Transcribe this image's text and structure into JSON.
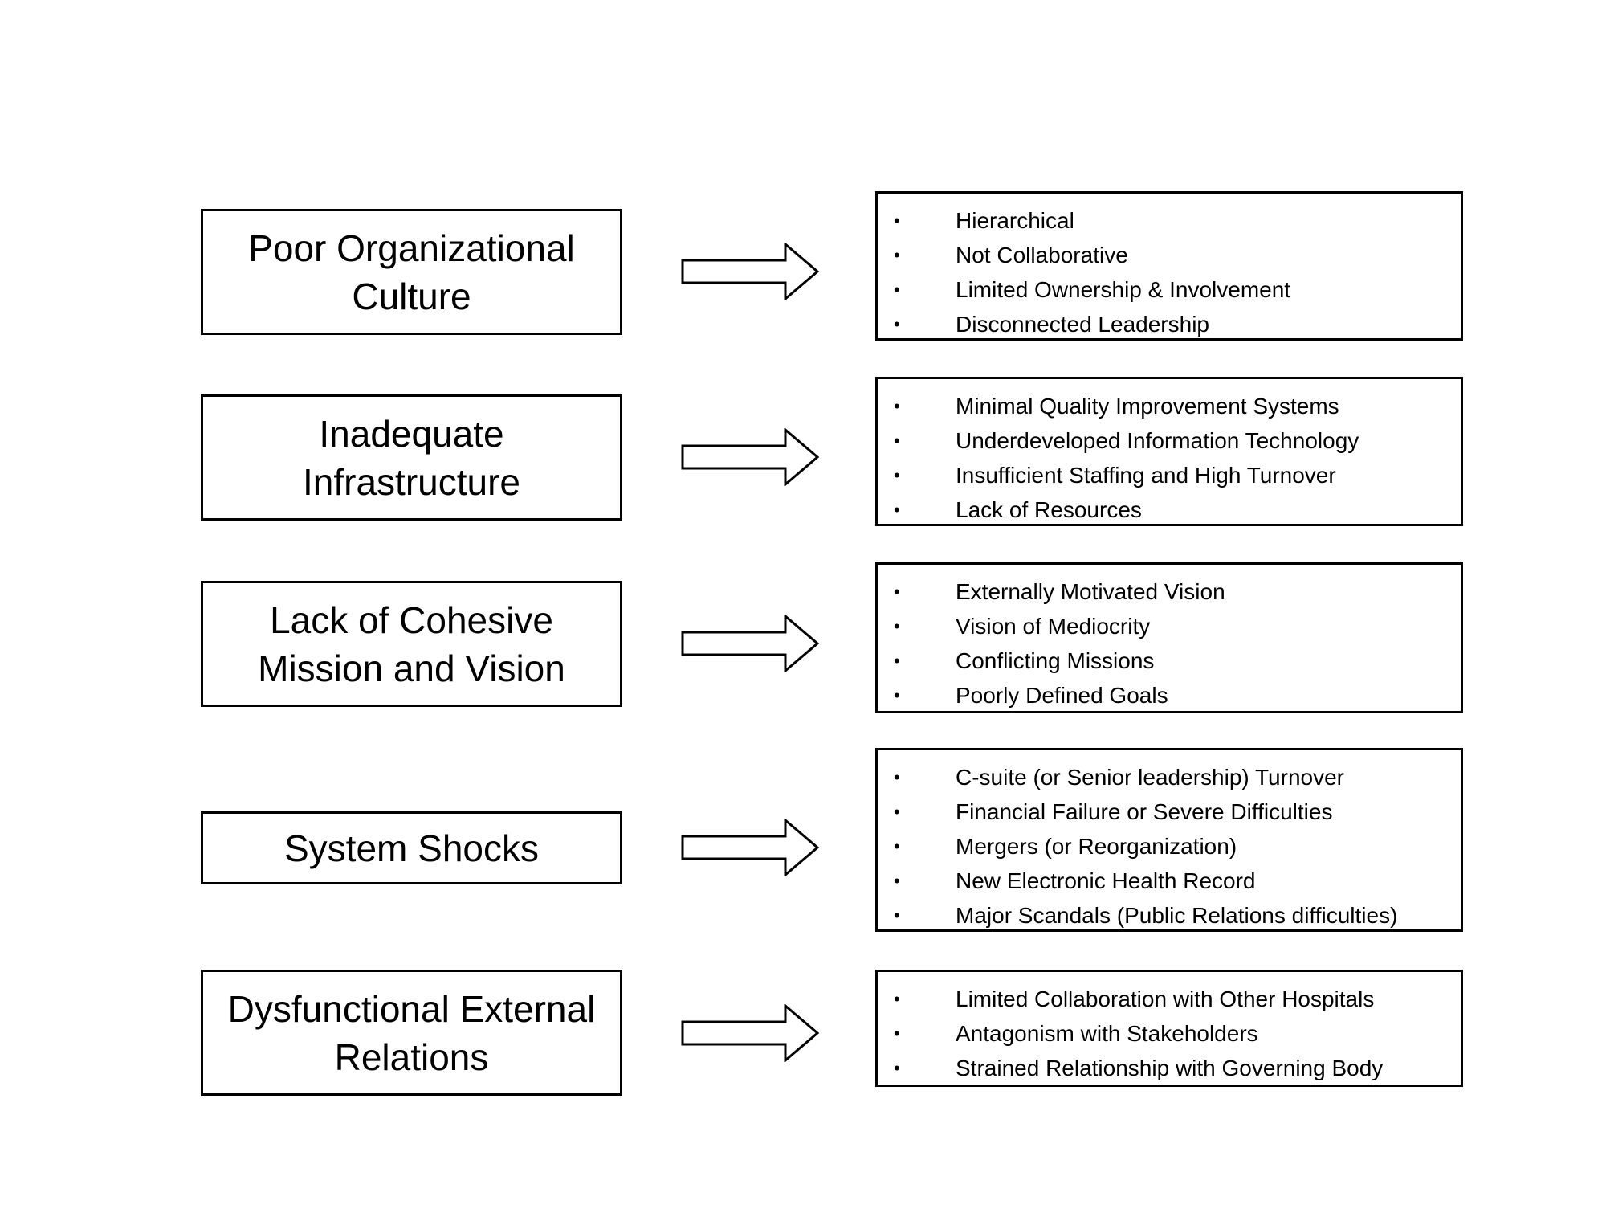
{
  "rows": [
    {
      "category": "Poor Organizational Culture",
      "items": [
        "Hierarchical",
        "Not Collaborative",
        "Limited Ownership & Involvement",
        "Disconnected Leadership"
      ]
    },
    {
      "category": "Inadequate Infrastructure",
      "items": [
        "Minimal Quality Improvement Systems",
        "Underdeveloped Information Technology",
        "Insufficient Staffing and High Turnover",
        "Lack of Resources"
      ]
    },
    {
      "category": "Lack of Cohesive Mission and Vision",
      "items": [
        "Externally Motivated Vision",
        "Vision of Mediocrity",
        "Conflicting Missions",
        "Poorly Defined Goals"
      ]
    },
    {
      "category": "System Shocks",
      "items": [
        "C-suite (or Senior leadership) Turnover",
        "Financial Failure or Severe Difficulties",
        "Mergers (or Reorganization)",
        "New Electronic Health Record",
        "Major Scandals (Public Relations difficulties)"
      ]
    },
    {
      "category": "Dysfunctional External Relations",
      "items": [
        "Limited Collaboration with Other Hospitals",
        "Antagonism with Stakeholders",
        "Strained Relationship with Governing Body"
      ]
    }
  ]
}
